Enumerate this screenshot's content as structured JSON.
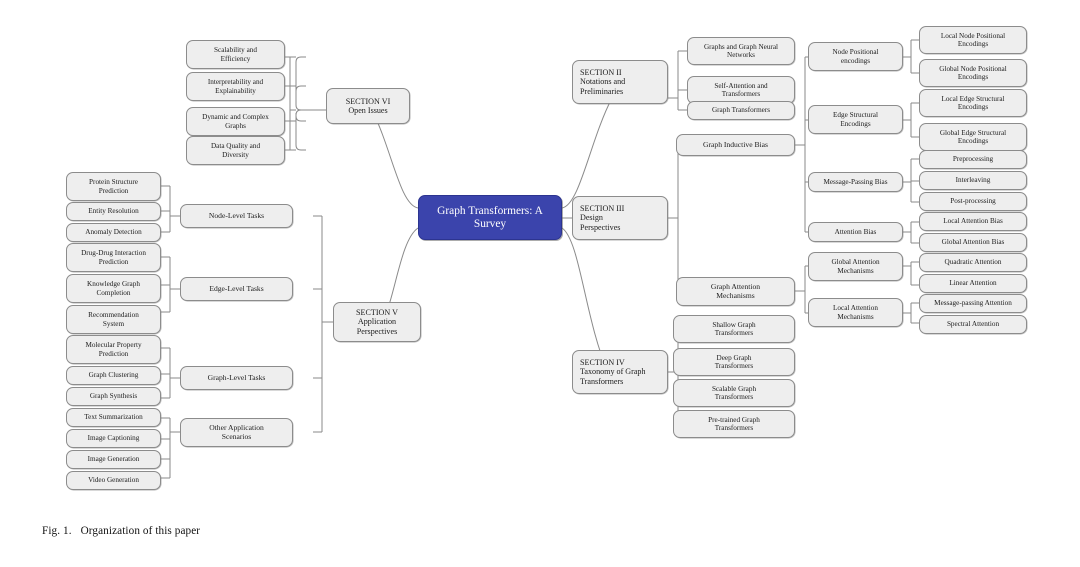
{
  "figure": {
    "caption_label": "Fig. 1.",
    "caption_text": "Organization of this paper"
  },
  "colors": {
    "root_fill": "#3b44ac",
    "root_text": "#ffffff",
    "node_fill": "#eeeeee",
    "node_border": "#8c8c8c",
    "link": "#8a8a8a"
  },
  "root": {
    "label": "Graph Transformers: A\nSurvey"
  },
  "sections": {
    "section2": {
      "label": "SECTION II\nNotations and\nPreliminaries"
    },
    "section3": {
      "label": "SECTION III\nDesign\nPerspectives"
    },
    "section4": {
      "label": "SECTION IV\nTaxonomy of Graph\nTransformers"
    },
    "section5": {
      "label": "SECTION V\nApplication\nPerspectives"
    },
    "section6": {
      "label": "SECTION VI\nOpen Issues"
    }
  },
  "section2_children": [
    {
      "label": "Graphs and Graph Neural\nNetworks"
    },
    {
      "label": "Self-Attention and\nTransformers"
    },
    {
      "label": "Graph Transformers"
    }
  ],
  "section3_children": [
    {
      "label": "Graph Inductive Bias"
    },
    {
      "label": "Graph Attention\nMechanisms"
    }
  ],
  "inductive_bias_children": [
    {
      "label": "Node Positional\nencodings"
    },
    {
      "label": "Edge Structural\nEncodings"
    },
    {
      "label": "Message-Passing Bias"
    },
    {
      "label": "Attention Bias"
    }
  ],
  "node_positional_leaves": [
    {
      "label": "Local Node Positional\nEncodings"
    },
    {
      "label": "Global Node Positional\nEncodings"
    }
  ],
  "edge_structural_leaves": [
    {
      "label": "Local Edge Structural\nEncodings"
    },
    {
      "label": "Global Edge Structural\nEncodings"
    }
  ],
  "message_passing_leaves": [
    {
      "label": "Preprocessing"
    },
    {
      "label": "Interleaving"
    },
    {
      "label": "Post-processing"
    }
  ],
  "attention_bias_leaves": [
    {
      "label": "Local Attention Bias"
    },
    {
      "label": "Global Attention Bias"
    }
  ],
  "attention_mechanism_children": [
    {
      "label": "Global Attention\nMechanisms"
    },
    {
      "label": "Local Attention\nMechanisms"
    }
  ],
  "global_attention_leaves": [
    {
      "label": "Quadratic Attention"
    },
    {
      "label": "Linear Attention"
    }
  ],
  "local_attention_leaves": [
    {
      "label": "Message-passing Attention"
    },
    {
      "label": "Spectral Attention"
    }
  ],
  "section4_children": [
    {
      "label": "Shallow Graph\nTransformers"
    },
    {
      "label": "Deep Graph\nTransformers"
    },
    {
      "label": "Scalable Graph\nTransformers"
    },
    {
      "label": "Pre-trained Graph\nTransformers"
    }
  ],
  "section5_children": [
    {
      "label": "Node-Level Tasks"
    },
    {
      "label": "Edge-Level Tasks"
    },
    {
      "label": "Graph-Level Tasks"
    },
    {
      "label": "Other Application\nScenarios"
    }
  ],
  "node_level_leaves": [
    {
      "label": "Protein Structure\nPrediction"
    },
    {
      "label": "Entity Resolution"
    },
    {
      "label": "Anomaly Detection"
    }
  ],
  "edge_level_leaves": [
    {
      "label": "Drug-Drug Interaction\nPrediction"
    },
    {
      "label": "Knowledge Graph\nCompletion"
    },
    {
      "label": "Recommendation\nSystem"
    }
  ],
  "graph_level_leaves": [
    {
      "label": "Molecular Property\nPrediction"
    },
    {
      "label": "Graph Clustering"
    },
    {
      "label": "Graph Synthesis"
    }
  ],
  "other_application_leaves": [
    {
      "label": "Text Summarization"
    },
    {
      "label": "Image Captioning"
    },
    {
      "label": "Image Generation"
    },
    {
      "label": "Video Generation"
    }
  ],
  "section6_children": [
    {
      "label": "Scalability and\nEfficiency"
    },
    {
      "label": "Interpretability and\nExplainability"
    },
    {
      "label": "Dynamic and Complex\nGraphs"
    },
    {
      "label": "Data Quality and\nDiversity"
    }
  ]
}
